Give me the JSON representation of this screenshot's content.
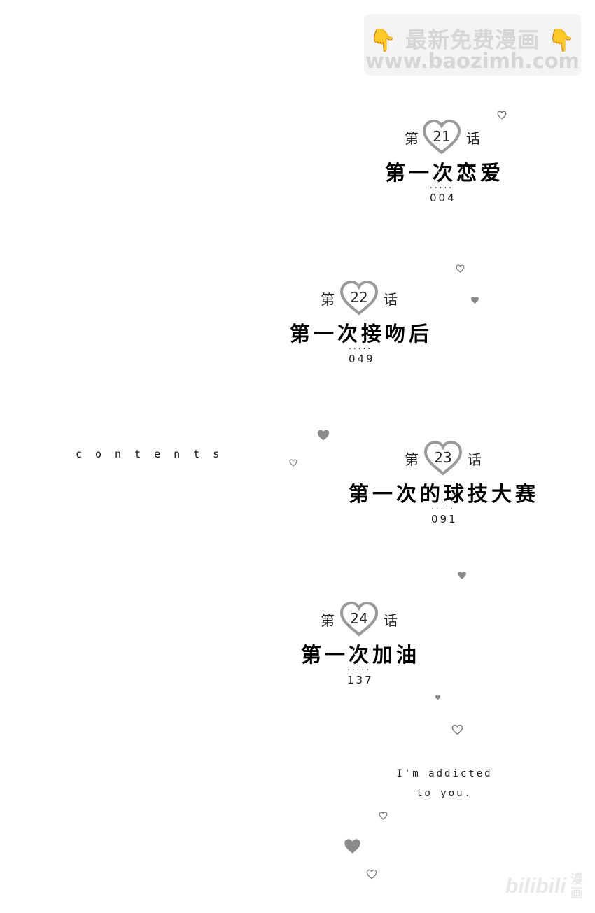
{
  "watermark": {
    "line1": "最新免费漫画",
    "line2": "www.baozimh.com",
    "hand_icon": "👇"
  },
  "contents_label": "contents",
  "chapters": [
    {
      "prefix": "第",
      "number": "21",
      "suffix": "话",
      "title": "第一次恋爱",
      "page": "004"
    },
    {
      "prefix": "第",
      "number": "22",
      "suffix": "话",
      "title": "第一次接吻后",
      "page": "049"
    },
    {
      "prefix": "第",
      "number": "23",
      "suffix": "话",
      "title": "第一次的球技大赛",
      "page": "091"
    },
    {
      "prefix": "第",
      "number": "24",
      "suffix": "话",
      "title": "第一次加油",
      "page": "137"
    }
  ],
  "dots": ".....",
  "tagline": {
    "line1": "I'm addicted",
    "line2": "to you."
  },
  "logo": {
    "text": "bilibili",
    "sub": "漫画"
  },
  "colors": {
    "heart_outline": "#9a9a9a",
    "heart_fill": "#8a8a8a",
    "watermark": "#d6d6d6"
  }
}
